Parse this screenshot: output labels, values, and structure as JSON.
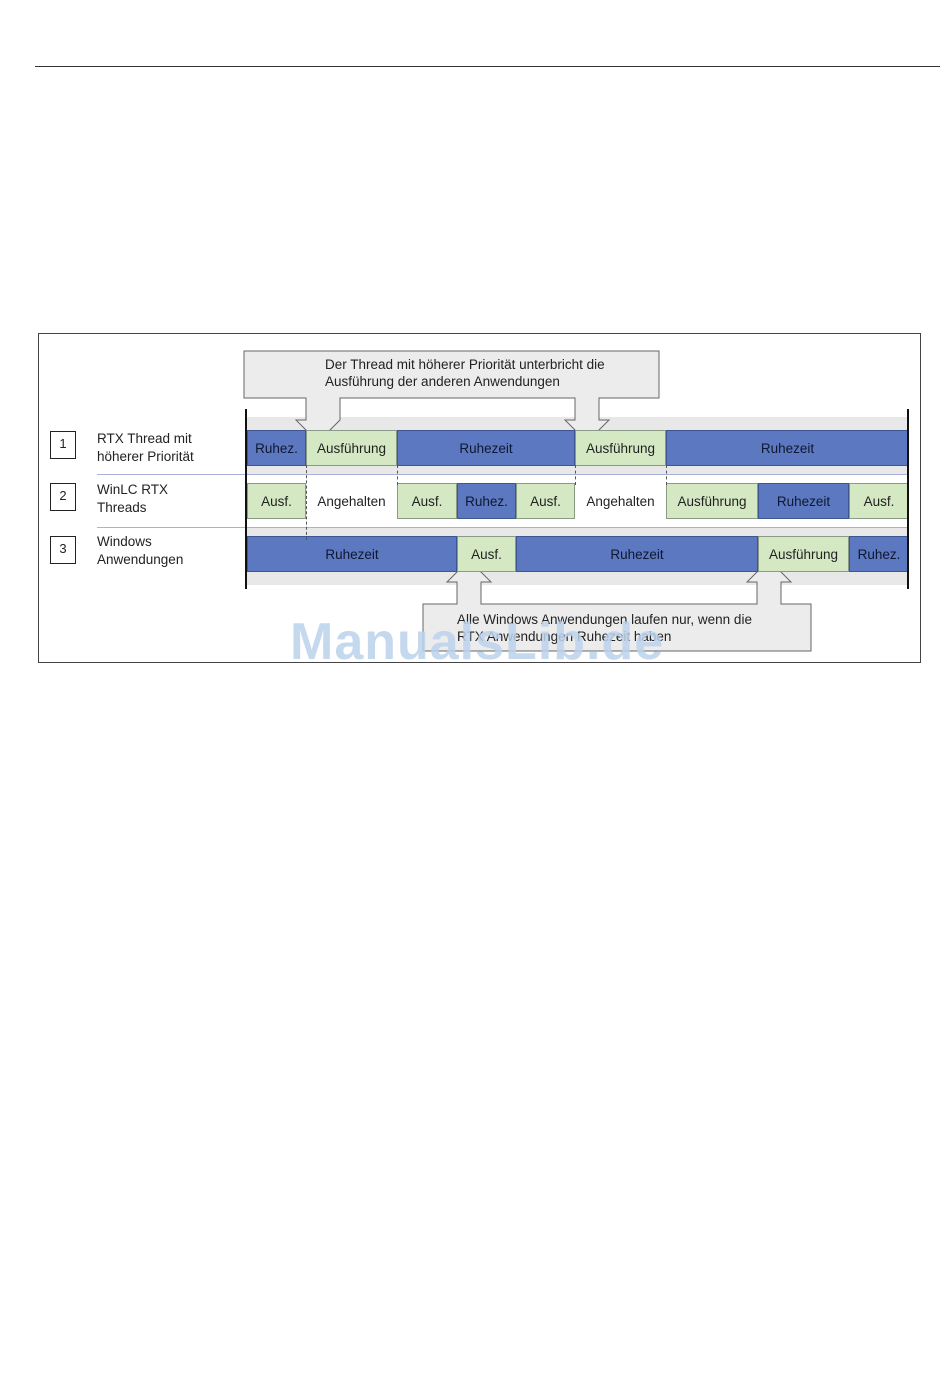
{
  "rows": [
    {
      "number": "1",
      "label_lines": [
        "RTX Thread mit",
        "höherer Priorität"
      ]
    },
    {
      "number": "2",
      "label_lines": [
        "WinLC RTX",
        "Threads"
      ]
    },
    {
      "number": "3",
      "label_lines": [
        "Windows",
        "Anwendungen"
      ]
    }
  ],
  "lane1": [
    {
      "text": "Ruhez.",
      "state": "rest"
    },
    {
      "text": "Ausführung",
      "state": "exec"
    },
    {
      "text": "Ruhezeit",
      "state": "rest"
    },
    {
      "text": "Ausführung",
      "state": "exec"
    },
    {
      "text": "Ruhezeit",
      "state": "rest"
    }
  ],
  "lane2": [
    {
      "text": "Ausf.",
      "state": "exec"
    },
    {
      "text": "Angehalten",
      "state": "halt"
    },
    {
      "text": "Ausf.",
      "state": "exec"
    },
    {
      "text": "Ruhez.",
      "state": "rest"
    },
    {
      "text": "Ausf.",
      "state": "exec"
    },
    {
      "text": "Angehalten",
      "state": "halt"
    },
    {
      "text": "Ausführung",
      "state": "exec"
    },
    {
      "text": "Ruhezeit",
      "state": "rest"
    },
    {
      "text": "Ausf.",
      "state": "exec"
    }
  ],
  "lane3": [
    {
      "text": "Ruhezeit",
      "state": "rest"
    },
    {
      "text": "Ausf.",
      "state": "exec"
    },
    {
      "text": "Ruhezeit",
      "state": "rest"
    },
    {
      "text": "Ausführung",
      "state": "exec"
    },
    {
      "text": "Ruhez.",
      "state": "rest"
    }
  ],
  "callout_top": [
    "Der Thread mit höherer Priorität unterbricht die",
    "Ausführung der anderen Anwendungen"
  ],
  "callout_bottom": [
    "Alle Windows Anwendungen laufen nur, wenn die",
    "RTX Anwendungen Ruhezeit haben"
  ],
  "watermark": "ManualsLib.de",
  "colors": {
    "rest": "#5b78c0",
    "exec": "#d4e8c4",
    "band": "#e8e8e8"
  }
}
